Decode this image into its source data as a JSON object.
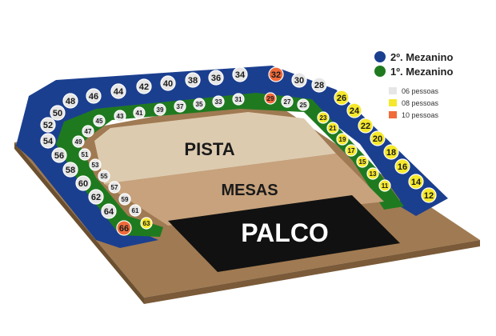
{
  "colors": {
    "mezanino2": "#1b3f8f",
    "mezanino1": "#1f7a1f",
    "pista": "#ddcbb0",
    "mesas": "#c7a27c",
    "palco": "#111111",
    "floor": "#a07a52",
    "box_06": "#e6e6e6",
    "box_08": "#f5e82c",
    "box_10": "#f06a3a"
  },
  "areas": {
    "pista": "PISTA",
    "mesas": "MESAS",
    "palco": "PALCO"
  },
  "legend": {
    "levels": [
      {
        "label": "2º. Mezanino",
        "color": "#1b3f8f"
      },
      {
        "label": "1º. Mezanino",
        "color": "#1f7a1f"
      }
    ],
    "capacities": [
      {
        "label": "06 pessoas",
        "color": "#e6e6e6"
      },
      {
        "label": "08 pessoas",
        "color": "#f5e82c"
      },
      {
        "label": "10 pessoas",
        "color": "#f06a3a"
      }
    ]
  },
  "boxes_upper": [
    "48",
    "46",
    "44",
    "42",
    "40",
    "38",
    "36",
    "34",
    "32",
    "30",
    "28",
    "26",
    "24",
    "22",
    "20",
    "18",
    "16",
    "14",
    "12",
    "50",
    "52",
    "54",
    "56",
    "58",
    "60",
    "62",
    "64",
    "66"
  ],
  "boxes_lower": [
    "45",
    "43",
    "41",
    "39",
    "37",
    "35",
    "33",
    "31",
    "29",
    "27",
    "25",
    "23",
    "21",
    "19",
    "17",
    "15",
    "13",
    "11",
    "47",
    "49",
    "51",
    "53",
    "55",
    "57",
    "59",
    "61",
    "63"
  ]
}
